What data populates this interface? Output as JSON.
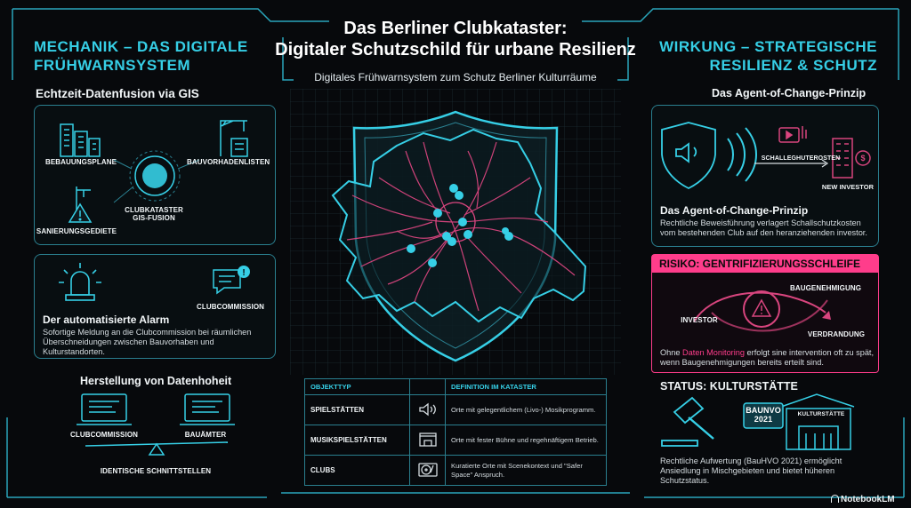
{
  "header": {
    "title_line1": "Das Berliner Clubkataster:",
    "title_line2": "Digitaler Schutzschild für urbane Resilienz",
    "subtitle": "Digitales Frühwarnsystem zum Schutz Berliner Kulturräume"
  },
  "left": {
    "heading_line1": "MECHANIK – DAS DIGITALE",
    "heading_line2": "FRÜHWARNSYSTEM",
    "fusion": {
      "title": "Echtzeit-Datenfusion via GIS",
      "bebauungsplane": "BEBAUUNGSPLANE",
      "bauvorhaben": "BAUVORHADENLISTEN",
      "sanierung": "SANIERUNGSGEDIETE",
      "center_line1": "CLUBKATASTER",
      "center_line2": "GIS-FUSION"
    },
    "alarm": {
      "clubcommission": "CLUBCOMMISSION",
      "title": "Der automatisierte Alarm",
      "text": "Sofortige Meldung an die Clubcommission bei räumlichen Überschneidungen zwischen Bauvorhaben und Kulturstandorten."
    },
    "hoheit": {
      "title": "Herstellung von Datenhoheit",
      "clubcommission": "CLUBCOMMISSION",
      "bauamter": "BAUÄMTER",
      "schnitt": "IDENTISCHE SCHNITTSTELLEN"
    }
  },
  "right": {
    "heading_line1": "WIRKUNG – STRATEGISCHE",
    "heading_line2": "RESILIENZ & SCHUTZ",
    "agent": {
      "title": "Das Agent-of-Change-Prinzip",
      "schall": "SCHALLEGHUTEROSTEN",
      "investor": "NEW INVESTOR",
      "subtitle": "Das Agent-of-Change-Prinzip",
      "text": "Rechtliche Beweisführung verlagert Schallschutzkosten vom bestehenden Club auf den heranziehenden investor."
    },
    "risiko": {
      "title": "RISIKO: GENTRIFIZIERUNGSSCHLEIFE",
      "baugenehmigung": "BAUGENEHMIGUNG",
      "investor": "INVESTOR",
      "verdrandung": "VERDRANDUNG",
      "text_pre": "Ohne ",
      "text_link": "Daten Monitoring",
      "text_post": " erfolgt sine intervention oft zu spät, wenn Baugenehmigungen bereits erteilt sind."
    },
    "status": {
      "title": "STATUS: KULTURSTÄTTE",
      "baunvo_line1": "BAUNVO",
      "baunvo_line2": "2021",
      "sign": "KULTURSTÄTTE",
      "text": "Rechtliche Aufwertung (BauHVO 2021) ermöglicht Ansiedlung in Mischgebieten und bietet hüheren Schutzstatus."
    }
  },
  "table": {
    "col1": "OBJEKTTYP",
    "col2": "DEFINITION IM KATASTER",
    "rows": [
      {
        "name": "SPIELSTÄTTEN",
        "icon": "speaker-icon",
        "def": "Orte mit gelegentlichem (Livo-) Mosikprogramm."
      },
      {
        "name": "MUSIKSPIELSTÄTTEN",
        "icon": "stage-icon",
        "def": "Orte mit fester Bühne und regehnäftigem Betrieb."
      },
      {
        "name": "CLUBS",
        "icon": "turntable-icon",
        "def": "Kuratierte Orte mit Scenekontext und \"Safer Space\" Anspruch."
      }
    ]
  },
  "brand": "NotebookLM",
  "colors": {
    "accent": "#36cfe6",
    "risk": "#ff3d8b",
    "frame": "#2a7f8f"
  }
}
